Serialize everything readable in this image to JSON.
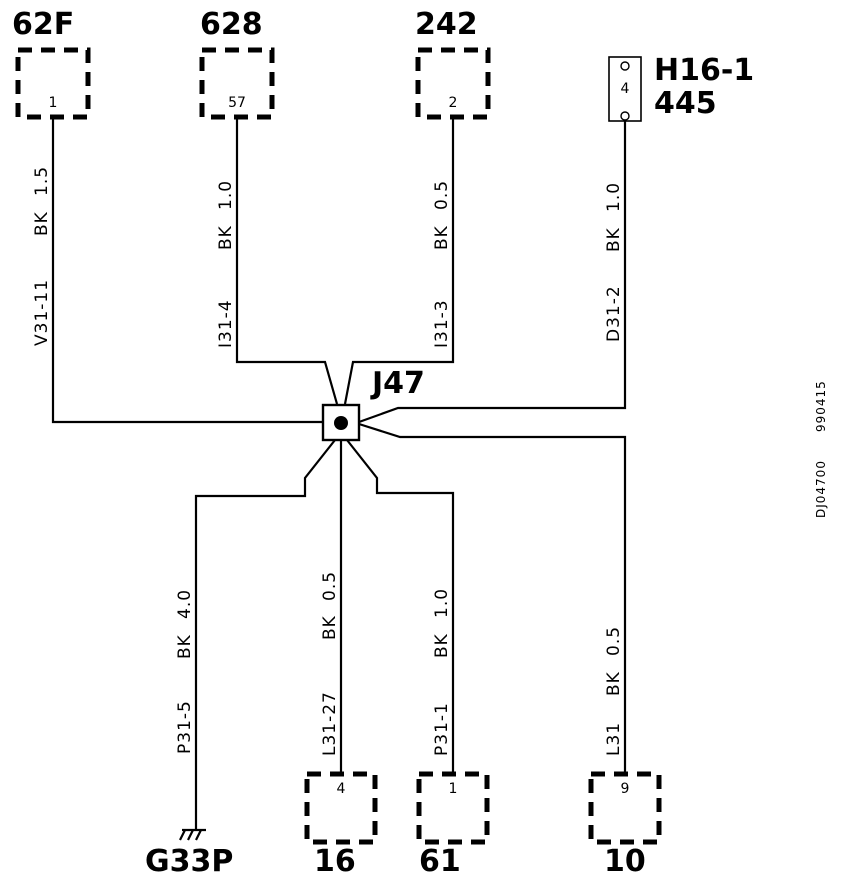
{
  "connectors": {
    "c62f": {
      "name": "62F",
      "pin": "1"
    },
    "c628": {
      "name": "628",
      "pin": "57"
    },
    "c242": {
      "name": "242",
      "pin": "2"
    },
    "h16": {
      "name": "H16-1",
      "sub": "445",
      "pin": "4"
    },
    "c16": {
      "name": "16",
      "pin": "4"
    },
    "c61": {
      "name": "61",
      "pin": "1"
    },
    "c10": {
      "name": "10",
      "pin": "9"
    }
  },
  "splice": {
    "name": "J47"
  },
  "ground": {
    "name": "G33P"
  },
  "wires": {
    "w1": {
      "circuit": "V31-11",
      "color": "BK",
      "size": "1.5"
    },
    "w2": {
      "circuit": "I31-4",
      "color": "BK",
      "size": "1.0"
    },
    "w3": {
      "circuit": "I31-3",
      "color": "BK",
      "size": "0.5"
    },
    "w4": {
      "circuit": "D31-2",
      "color": "BK",
      "size": "1.0"
    },
    "w5": {
      "circuit": "P31-5",
      "color": "BK",
      "size": "4.0"
    },
    "w6": {
      "circuit": "L31-27",
      "color": "BK",
      "size": "0.5"
    },
    "w7": {
      "circuit": "P31-1",
      "color": "BK",
      "size": "1.0"
    },
    "w8": {
      "circuit": "L31",
      "color": "BK",
      "size": "0.5"
    }
  },
  "side_codes": {
    "date": "990415",
    "drawing": "DJ04700"
  }
}
